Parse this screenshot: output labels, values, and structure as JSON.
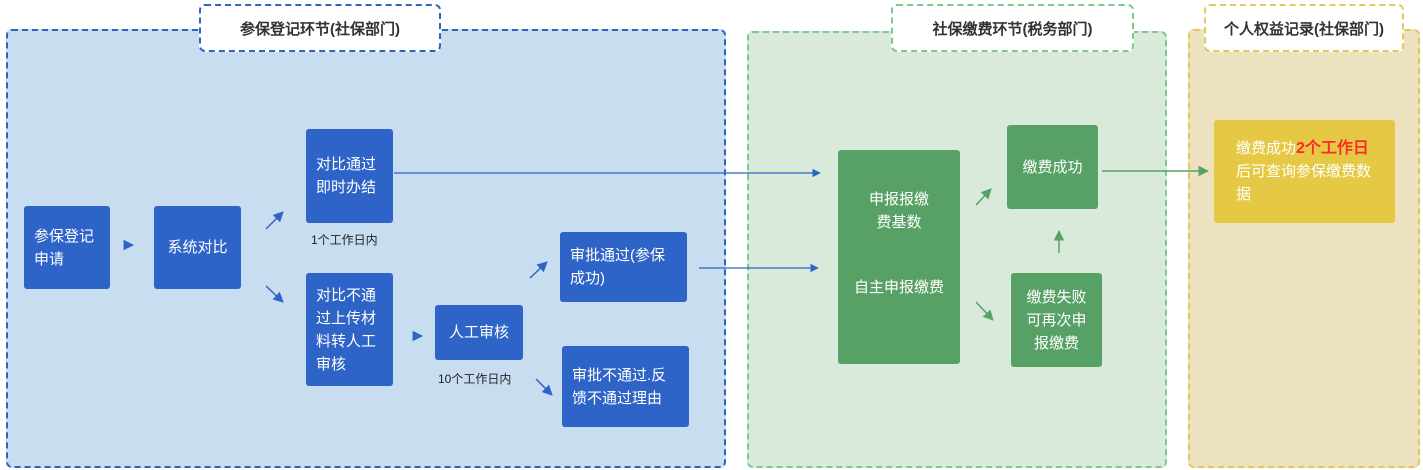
{
  "sections": {
    "registration": {
      "title": "参保登记环节(社保部门)",
      "apply": "参保登记申请",
      "compare": "系统对比",
      "pass": "对比通过即时办结",
      "pass_note": "1个工作日内",
      "fail": "对比不通过上传材料转人工审核",
      "manual": "人工审核",
      "manual_note": "10个工作日内",
      "approved": "审批通过(参保成功)",
      "rejected": "审批不通过.反馈不通过理由"
    },
    "payment": {
      "title": "社保缴费环节(税务部门)",
      "declare_base": "申报报缴费基数",
      "self_declare": "自主申报缴费",
      "success": "缴费成功",
      "failure": "缴费失败可再次申报缴费"
    },
    "rights": {
      "title": "个人权益记录(社保部门)",
      "text_before": "缴费成功",
      "text_highlight": "2个工作日",
      "text_after": "后可查询参保缴费数据"
    }
  },
  "colors": {
    "blue_box": "#2e63c7",
    "blue_region": "#c9ddf1",
    "green_box": "#58a166",
    "green_region": "#d9eadb",
    "yellow_box": "#e5c944",
    "yellow_region": "#ece2bf",
    "highlight": "#ff2a2a"
  }
}
